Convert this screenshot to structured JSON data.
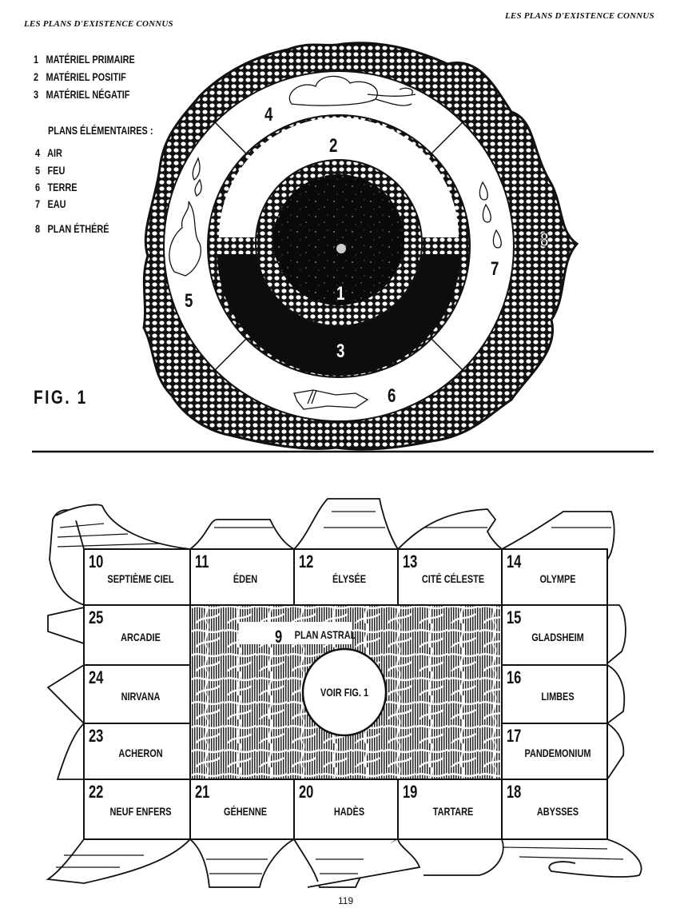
{
  "header": {
    "left_title": "LES PLANS D'EXISTENCE CONNUS",
    "right_title": "LES PLANS D'EXISTENCE CONNUS"
  },
  "figure1": {
    "legend_material": [
      {
        "num": "1",
        "label": "MATÉRIEL PRIMAIRE"
      },
      {
        "num": "2",
        "label": "MATÉRIEL POSITIF"
      },
      {
        "num": "3",
        "label": "MATÉRIEL NÉGATIF"
      }
    ],
    "elemental_heading": "PLANS ÉLÉMENTAIRES :",
    "legend_elemental": [
      {
        "num": "4",
        "label": "AIR"
      },
      {
        "num": "5",
        "label": "FEU"
      },
      {
        "num": "6",
        "label": "TERRE"
      },
      {
        "num": "7",
        "label": "EAU"
      }
    ],
    "legend_ethereal": {
      "num": "8",
      "label": "PLAN ÉTHÉRÉ"
    },
    "caption": "FIG. 1",
    "diagram_numbers": {
      "n1": "1",
      "n2": "2",
      "n3": "3",
      "n4": "4",
      "n5": "5",
      "n6": "6",
      "n7": "7",
      "n8": "8"
    }
  },
  "figure2": {
    "center": {
      "num": "9",
      "label": "PLAN ASTRAL",
      "circle_label": "VOIR FIG. 1"
    },
    "planes": [
      {
        "num": "10",
        "label": "SEPTIÈME CIEL"
      },
      {
        "num": "11",
        "label": "ÉDEN"
      },
      {
        "num": "12",
        "label": "ÉLYSÉE"
      },
      {
        "num": "13",
        "label": "CITÉ CÉLESTE"
      },
      {
        "num": "14",
        "label": "OLYMPE"
      },
      {
        "num": "15",
        "label": "GLADSHEIM"
      },
      {
        "num": "16",
        "label": "LIMBES"
      },
      {
        "num": "17",
        "label": "PANDEMONIUM"
      },
      {
        "num": "18",
        "label": "ABYSSES"
      },
      {
        "num": "19",
        "label": "TARTARE"
      },
      {
        "num": "20",
        "label": "HADÈS"
      },
      {
        "num": "21",
        "label": "GÉHENNE"
      },
      {
        "num": "22",
        "label": "NEUF ENFERS"
      },
      {
        "num": "23",
        "label": "ACHERON"
      },
      {
        "num": "24",
        "label": "NIRVANA"
      },
      {
        "num": "25",
        "label": "ARCADIE"
      }
    ]
  },
  "page_number": "119"
}
